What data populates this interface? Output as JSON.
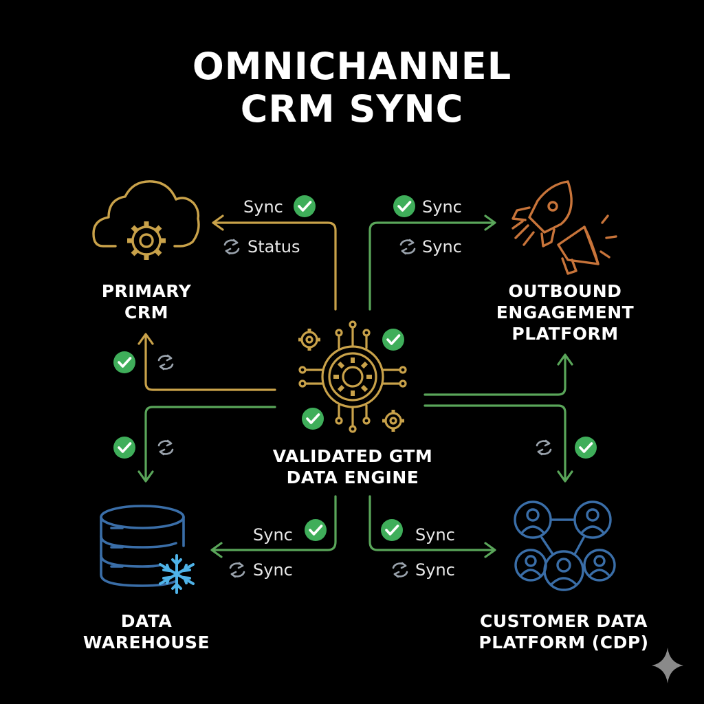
{
  "title": {
    "line1": "OMNICHANNEL",
    "line2": "CRM SYNC"
  },
  "nodes": {
    "primary_crm": {
      "line1": "PRIMARY",
      "line2": "CRM",
      "icon": "cloud-gear-icon"
    },
    "outbound": {
      "line1": "OUTBOUND",
      "line2": "ENGAGEMENT",
      "line3": "PLATFORM",
      "icon": "rocket-megaphone-icon"
    },
    "engine": {
      "line1": "VALIDATED GTM",
      "line2": "DATA ENGINE",
      "icon": "circuit-gear-icon"
    },
    "warehouse": {
      "line1": "DATA",
      "line2": "WAREHOUSE",
      "icon": "database-snowflake-icon"
    },
    "cdp": {
      "line1": "CUSTOMER DATA",
      "line2": "PLATFORM (CDP)",
      "icon": "people-network-icon"
    }
  },
  "edge_labels": {
    "crm_top_1": "Sync",
    "crm_top_2": "Status",
    "out_top_1": "Sync",
    "out_top_2": "Sync",
    "wh_bottom_1": "Sync",
    "wh_bottom_2": "Sync",
    "cdp_bottom_1": "Sync",
    "cdp_bottom_2": "Sync"
  },
  "colors": {
    "gold": "#c9a24a",
    "green": "#5aa65a",
    "orange": "#c8743a",
    "blue": "#3a6ea8",
    "cyan": "#4fb3e8",
    "check": "#3fae5a",
    "gray": "#9aa3ad"
  }
}
